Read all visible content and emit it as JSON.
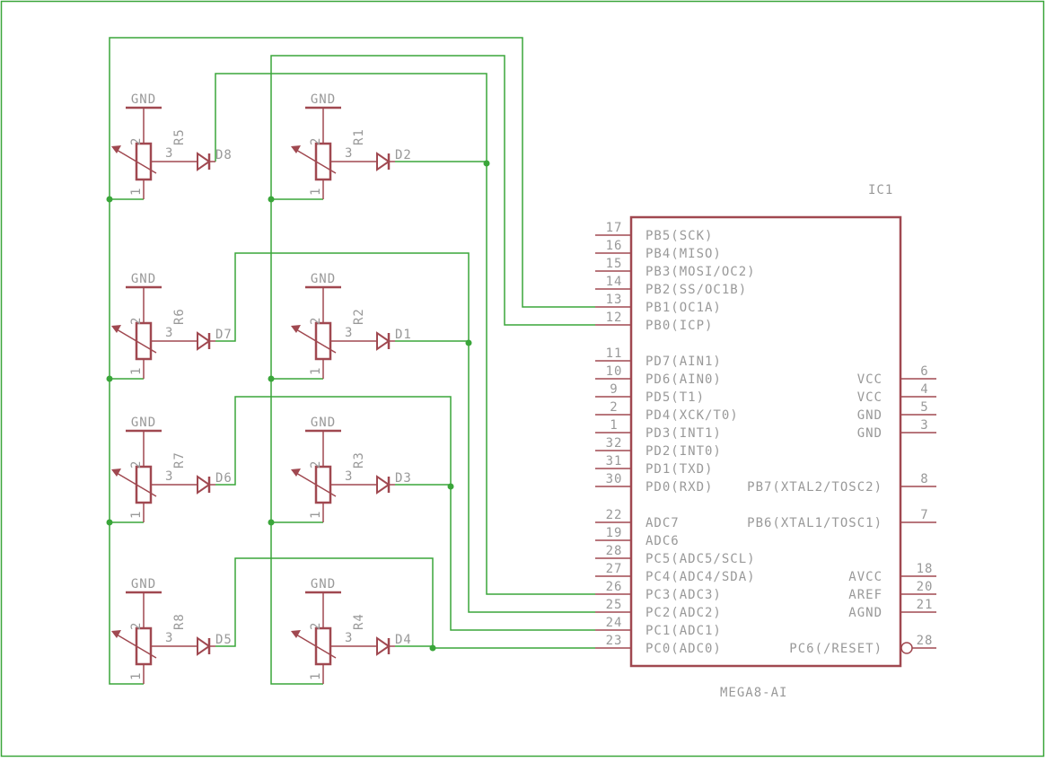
{
  "schematic": {
    "colors": {
      "wire": "#3aa63a",
      "symbol": "#a04850",
      "text": "#999999",
      "frame": "#3aa63a",
      "background": "#ffffff"
    },
    "ic": {
      "name": "IC1",
      "value": "MEGA8-AI",
      "left_pins": [
        {
          "num": "17",
          "label": "PB5(SCK)"
        },
        {
          "num": "16",
          "label": "PB4(MISO)"
        },
        {
          "num": "15",
          "label": "PB3(MOSI/OC2)"
        },
        {
          "num": "14",
          "label": "PB2(SS/OC1B)"
        },
        {
          "num": "13",
          "label": "PB1(OC1A)"
        },
        {
          "num": "12",
          "label": "PB0(ICP)"
        },
        {
          "num": "11",
          "label": "PD7(AIN1)"
        },
        {
          "num": "10",
          "label": "PD6(AIN0)"
        },
        {
          "num": "9",
          "label": "PD5(T1)"
        },
        {
          "num": "2",
          "label": "PD4(XCK/T0)"
        },
        {
          "num": "1",
          "label": "PD3(INT1)"
        },
        {
          "num": "32",
          "label": "PD2(INT0)"
        },
        {
          "num": "31",
          "label": "PD1(TXD)"
        },
        {
          "num": "30",
          "label": "PD0(RXD)"
        },
        {
          "num": "22",
          "label": "ADC7"
        },
        {
          "num": "19",
          "label": "ADC6"
        },
        {
          "num": "28",
          "label": "PC5(ADC5/SCL)"
        },
        {
          "num": "27",
          "label": "PC4(ADC4/SDA)"
        },
        {
          "num": "26",
          "label": "PC3(ADC3)"
        },
        {
          "num": "25",
          "label": "PC2(ADC2)"
        },
        {
          "num": "24",
          "label": "PC1(ADC1)"
        },
        {
          "num": "23",
          "label": "PC0(ADC0)"
        }
      ],
      "right_pins": [
        {
          "num": "6",
          "label": "VCC"
        },
        {
          "num": "4",
          "label": "VCC"
        },
        {
          "num": "5",
          "label": "GND"
        },
        {
          "num": "3",
          "label": "GND"
        },
        {
          "num": "8",
          "label": "PB7(XTAL2/TOSC2)"
        },
        {
          "num": "7",
          "label": "PB6(XTAL1/TOSC1)"
        },
        {
          "num": "18",
          "label": "AVCC"
        },
        {
          "num": "20",
          "label": "AREF"
        },
        {
          "num": "21",
          "label": "AGND"
        },
        {
          "num": "28",
          "label": "PC6(/RESET)"
        }
      ]
    },
    "cells": [
      {
        "gnd": "GND",
        "pot": "R5",
        "diode": "D8",
        "pin2": "2",
        "pin3": "3",
        "pin1": "1"
      },
      {
        "gnd": "GND",
        "pot": "R1",
        "diode": "D2",
        "pin2": "2",
        "pin3": "3",
        "pin1": "1"
      },
      {
        "gnd": "GND",
        "pot": "R6",
        "diode": "D7",
        "pin2": "2",
        "pin3": "3",
        "pin1": "1"
      },
      {
        "gnd": "GND",
        "pot": "R2",
        "diode": "D1",
        "pin2": "2",
        "pin3": "3",
        "pin1": "1"
      },
      {
        "gnd": "GND",
        "pot": "R7",
        "diode": "D6",
        "pin2": "2",
        "pin3": "3",
        "pin1": "1"
      },
      {
        "gnd": "GND",
        "pot": "R3",
        "diode": "D3",
        "pin2": "2",
        "pin3": "3",
        "pin1": "1"
      },
      {
        "gnd": "GND",
        "pot": "R8",
        "diode": "D5",
        "pin2": "2",
        "pin3": "3",
        "pin1": "1"
      },
      {
        "gnd": "GND",
        "pot": "R4",
        "diode": "D4",
        "pin2": "2",
        "pin3": "3",
        "pin1": "1"
      }
    ]
  }
}
